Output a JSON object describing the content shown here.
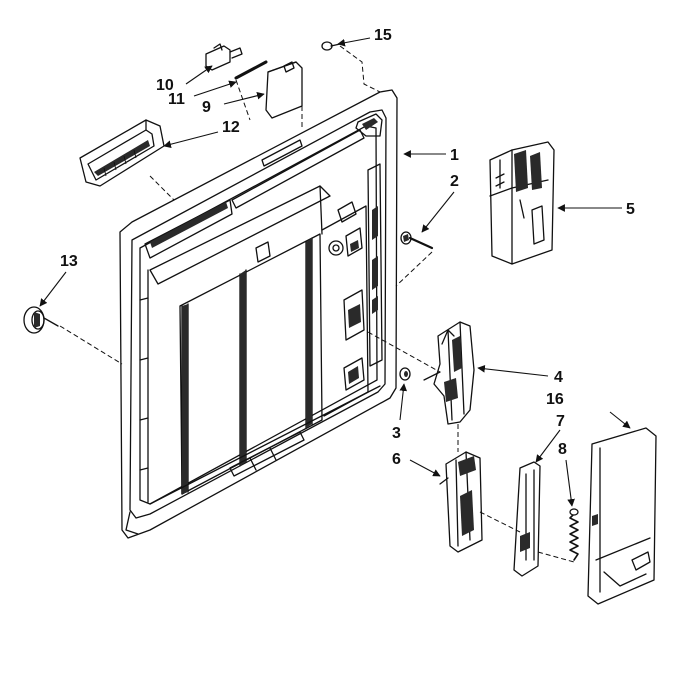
{
  "callouts": [
    {
      "id": "1",
      "label": "1"
    },
    {
      "id": "2",
      "label": "2"
    },
    {
      "id": "3",
      "label": "3"
    },
    {
      "id": "4",
      "label": "4"
    },
    {
      "id": "5",
      "label": "5"
    },
    {
      "id": "6",
      "label": "6"
    },
    {
      "id": "7",
      "label": "7"
    },
    {
      "id": "8",
      "label": "8"
    },
    {
      "id": "9",
      "label": "9"
    },
    {
      "id": "10",
      "label": "10"
    },
    {
      "id": "11",
      "label": "11"
    },
    {
      "id": "12",
      "label": "12"
    },
    {
      "id": "13",
      "label": "13"
    },
    {
      "id": "15",
      "label": "15"
    },
    {
      "id": "16",
      "label": "16"
    }
  ],
  "colors": {
    "ink": "#111111",
    "background": "#ffffff"
  }
}
